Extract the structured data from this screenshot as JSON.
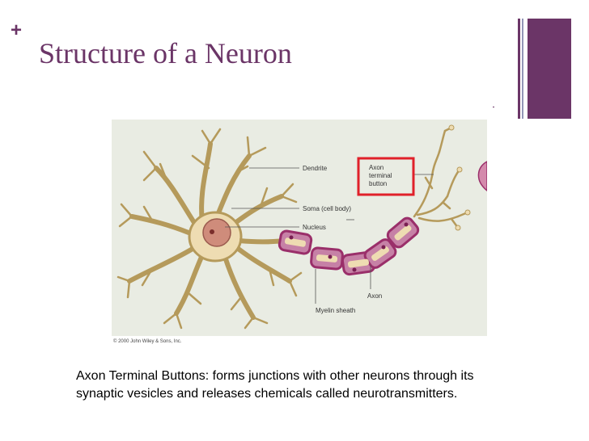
{
  "slide": {
    "title": "Structure of a Neuron",
    "plus_glyph": "+",
    "accent_color": "#6b3567",
    "caption_line1": "Axon Terminal Buttons: forms junctions with other neurons through its",
    "caption_line2": "synaptic vesicles and releases chemicals called neurotransmitters."
  },
  "figure": {
    "labels": {
      "dendrite": "Dendrite",
      "soma": "Soma (cell body)",
      "nucleus": "Nucleus",
      "axon_terminal_line1": "Axon",
      "axon_terminal_line2": "terminal",
      "axon_terminal_line3": "button",
      "axon": "Axon",
      "myelin": "Myelin sheath"
    },
    "highlight_color": "#e0202a",
    "copyright": "© 2000 John Wiley & Sons, Inc."
  }
}
